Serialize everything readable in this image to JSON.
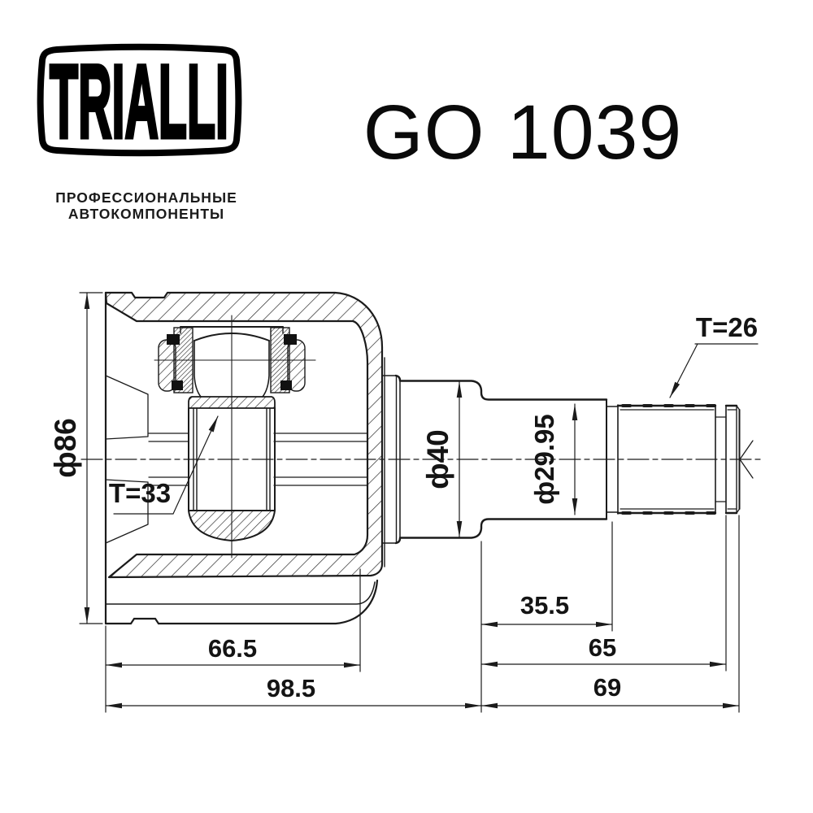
{
  "header": {
    "brand": "TRIALLI",
    "subtitle_line1": "ПРОФЕССИОНАЛЬНЫЕ",
    "subtitle_line2": "АВТОКОМПОНЕНТЫ",
    "part_number": "GO 1039"
  },
  "drawing": {
    "dimensions": {
      "housing_outer_diameter": "ф86",
      "inner_spline_teeth": "T=33",
      "boot_seat_diameter": "ф40",
      "shaft_seat_diameter": "ф29.95",
      "shaft_spline_teeth": "T=26",
      "housing_depth": "66.5",
      "housing_overall_length": "98.5",
      "shaft_seat_length": "35.5",
      "shaft_spline_length": "65",
      "shaft_overall_length": "69"
    },
    "line_color": "#1b1b1b"
  }
}
